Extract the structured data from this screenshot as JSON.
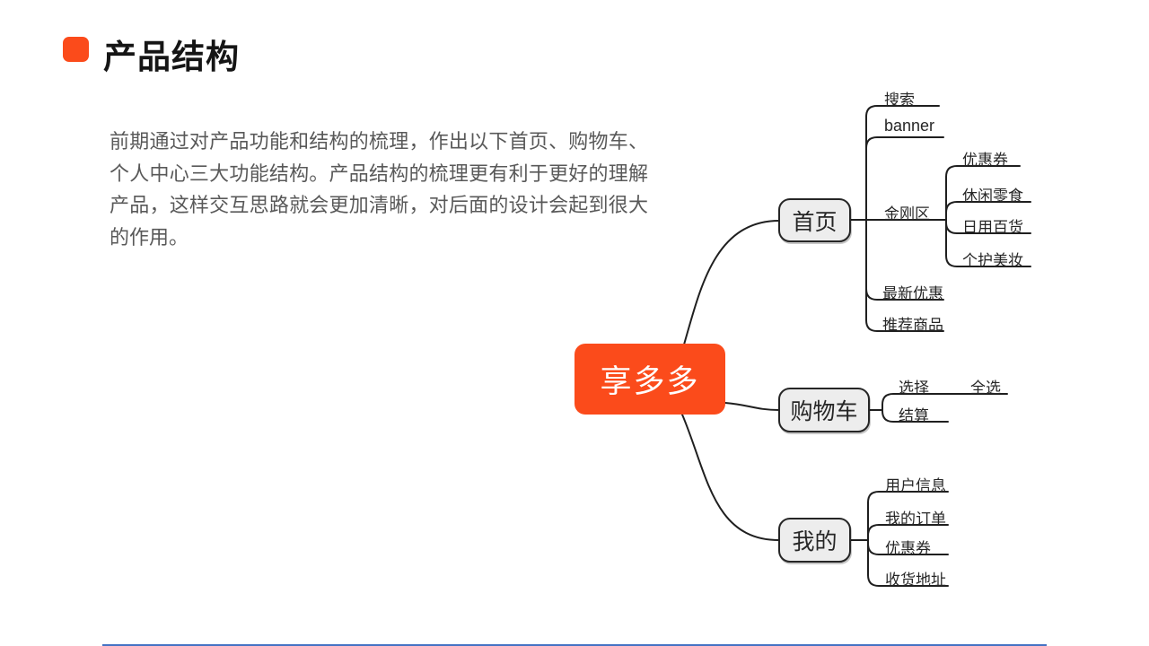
{
  "colors": {
    "accent": "#FB4B1B",
    "node-fill": "#EDEDED",
    "node-border": "#262626",
    "connector": "#1F1F1F",
    "body-text": "#595959",
    "title-text": "#151515",
    "bottom-line": "#4472C4"
  },
  "header": {
    "title": "产品结构"
  },
  "intro": {
    "text": "前期通过对产品功能和结构的梳理，作出以下首页、购物车、个人中心三大功能结构。产品结构的梳理更有利于更好的理解产品，这样交互思路就会更加清晰，对后面的设计会起到很大的作用。"
  },
  "mindmap": {
    "root": {
      "label": "享多多"
    },
    "branches": [
      {
        "label": "首页",
        "children": [
          {
            "label": "搜索"
          },
          {
            "label": "banner"
          },
          {
            "label": "金刚区",
            "children": [
              {
                "label": "优惠券"
              },
              {
                "label": "休闲零食"
              },
              {
                "label": "日用百货"
              },
              {
                "label": "个护美妆"
              }
            ]
          },
          {
            "label": "最新优惠"
          },
          {
            "label": "推荐商品"
          }
        ]
      },
      {
        "label": "购物车",
        "children": [
          {
            "label": "选择",
            "children": [
              {
                "label": "全选"
              }
            ]
          },
          {
            "label": "结算"
          }
        ]
      },
      {
        "label": "我的",
        "children": [
          {
            "label": "用户信息"
          },
          {
            "label": "我的订单"
          },
          {
            "label": "优惠券"
          },
          {
            "label": "收货地址"
          }
        ]
      }
    ]
  }
}
